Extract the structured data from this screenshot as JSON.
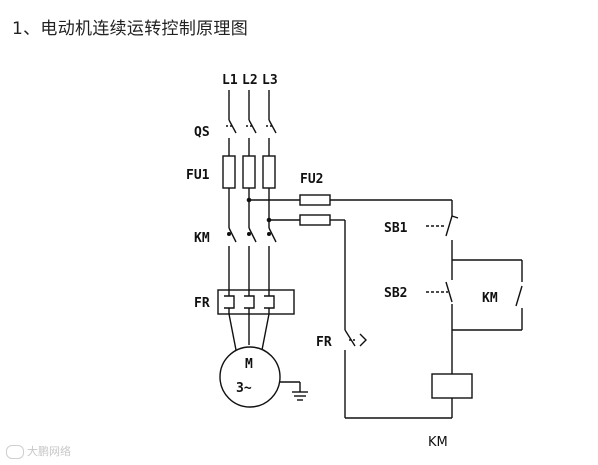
{
  "heading": "1、电动机连续运转控制原理图",
  "labels": {
    "l1": "L1",
    "l2": "L2",
    "l3": "L3",
    "qs": "QS",
    "fu1": "FU1",
    "fu2": "FU2",
    "km_main": "KM",
    "fr_heater": "FR",
    "motor_m": "M",
    "motor_phase": "3~",
    "sb1": "SB1",
    "sb2": "SB2",
    "km_aux": "KM",
    "fr_contact": "FR",
    "km_coil": "KM"
  },
  "watermark": "大鹏网络"
}
